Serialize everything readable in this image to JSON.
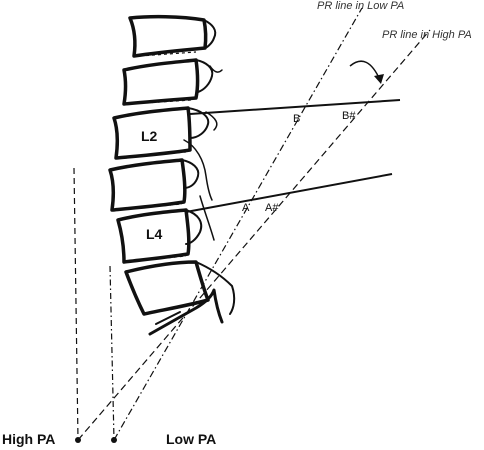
{
  "labels": {
    "pr_low": "PR line in Low PA",
    "pr_high": "PR line in High PA",
    "b": "B",
    "b_hash": "B#",
    "a": "A",
    "a_hash": "A#",
    "l2": "L2",
    "l4": "L4",
    "high_pa": "High PA",
    "low_pa": "Low PA"
  }
}
